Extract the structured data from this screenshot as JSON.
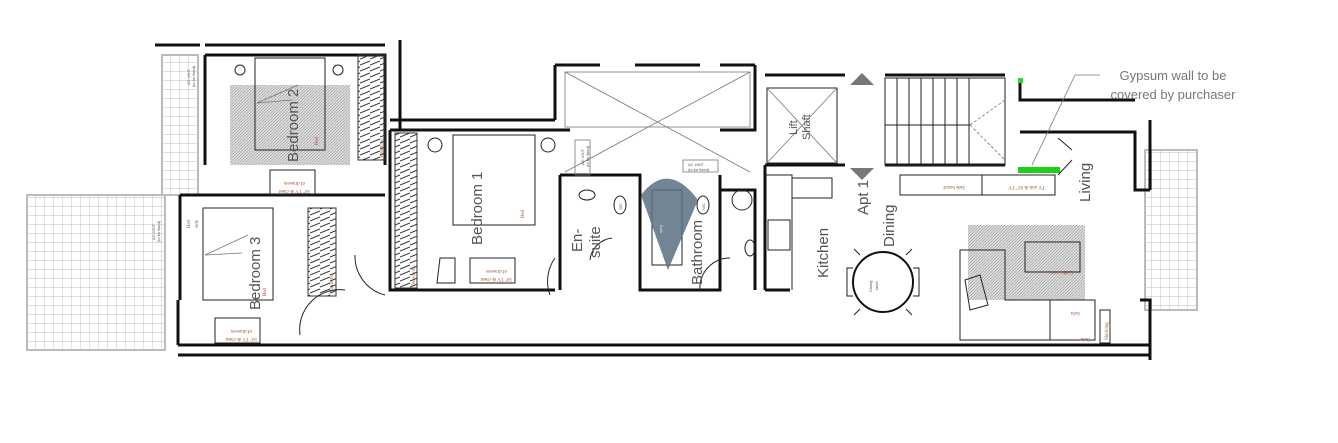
{
  "plan": {
    "rooms": {
      "bedroom1": "Bedroom 1",
      "bedroom2": "Bedroom 2",
      "bedroom3": "Bedroom 3",
      "ensuite_a": "En-",
      "ensuite_b": "suite",
      "bathroom": "Bathroom",
      "kitchen": "Kitchen",
      "dining": "Dining",
      "living": "Living",
      "apt": "Apt 1",
      "lift_a": "Lift",
      "lift_b": "Shaft"
    },
    "furniture": {
      "bed": "Bed",
      "wardrobe": "Wardrobe",
      "tv_chest_a": "50\" TV & chest",
      "tv_chest_b": "of drawers",
      "bed_side_a": "Bed",
      "bed_side_b": "side",
      "ac_unit": "AC UNIT",
      "ac_unit_note": "(to be fixed)",
      "wc": "WC",
      "bath": "Bath",
      "dining_table_a": "Dining",
      "dining_table_b": "table",
      "side_board": "Side board",
      "tv_unit": "TV unit & 65\" TV",
      "coffee_table": "Coffee table",
      "sofa": "Sofa",
      "shelving": "Shelving"
    },
    "annotation": {
      "line1": "Gypsum wall to be",
      "line2": "covered by purchaser",
      "highlight_color": "#22dd22"
    },
    "colors": {
      "wall": "#111111",
      "label": "#555555",
      "bath_marker": "#5a6f82"
    }
  }
}
